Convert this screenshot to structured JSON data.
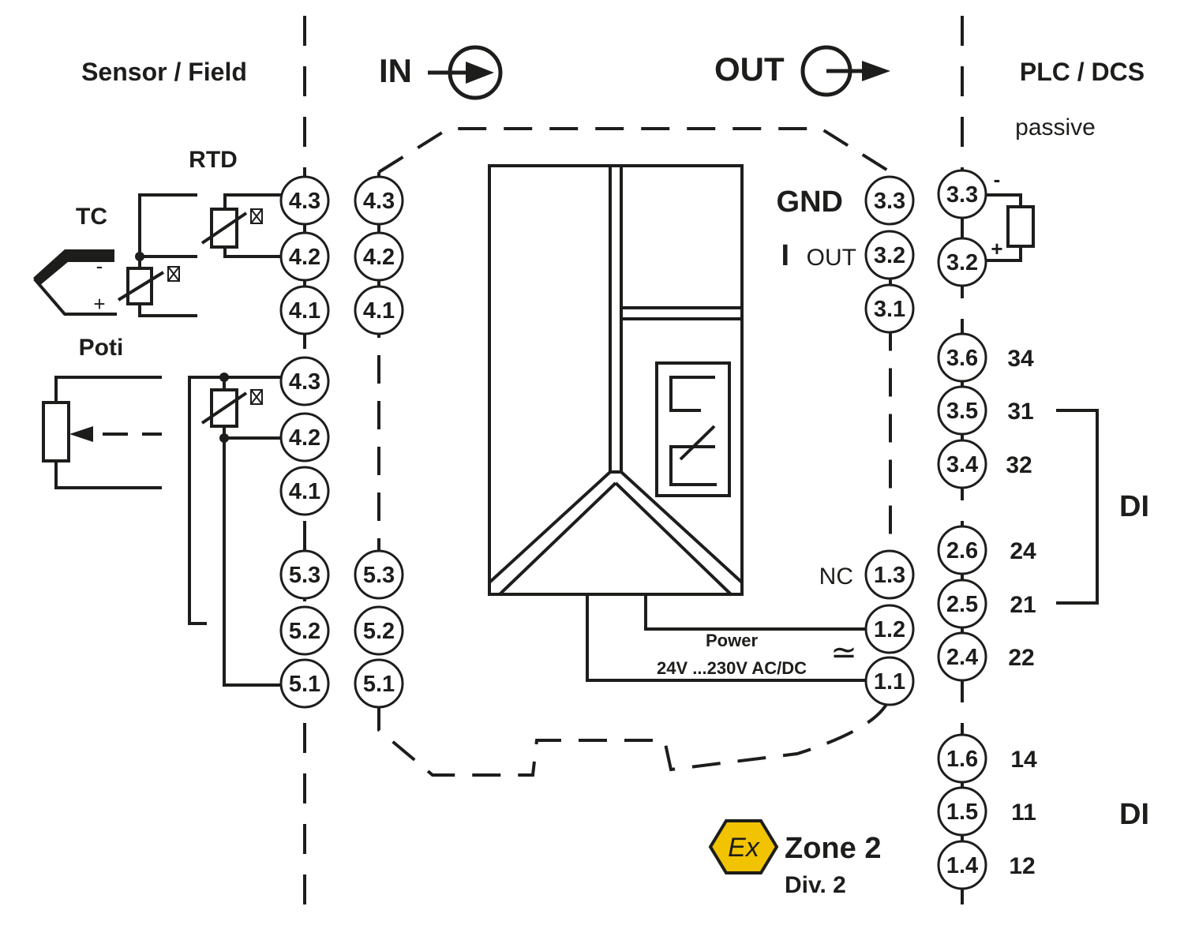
{
  "headers": {
    "sensor_field": "Sensor / Field",
    "in": "IN",
    "out": "OUT",
    "plc_dcs": "PLC / DCS",
    "passive": "passive"
  },
  "sensors": {
    "rtd": "RTD",
    "tc": "TC",
    "poti": "Poti",
    "minus": "-",
    "plus": "+"
  },
  "output_labels": {
    "gnd": "GND",
    "i": "I",
    "out": "OUT",
    "nc": "NC",
    "power": "Power",
    "voltage": "24V ...230V AC/DC",
    "ac_dc_symbol": "≃"
  },
  "plc": {
    "minus": "-",
    "plus": "+",
    "di_top": "DI",
    "di_bottom": "DI"
  },
  "zone": {
    "ex": "Ex",
    "zone": "Zone 2",
    "div": "Div. 2"
  },
  "terminals": {
    "field_rtd": [
      "4.3",
      "4.2",
      "4.1"
    ],
    "field_poti": [
      "4.3",
      "4.2",
      "4.1"
    ],
    "field_power": [
      "5.3",
      "5.2",
      "5.1"
    ],
    "device_in_top": [
      "4.3",
      "4.2",
      "4.1"
    ],
    "device_in_bottom": [
      "5.3",
      "5.2",
      "5.1"
    ],
    "device_out_top": [
      "3.3",
      "3.2",
      "3.1"
    ],
    "device_out_bottom": [
      "1.3",
      "1.2",
      "1.1"
    ],
    "plc_passive": [
      "3.3",
      "3.2"
    ],
    "plc_relay": [
      "3.6",
      "3.5",
      "3.4",
      "2.6",
      "2.5",
      "2.4",
      "1.6",
      "1.5",
      "1.4"
    ]
  },
  "relay_numbers": [
    "34",
    "31",
    "32",
    "24",
    "21",
    "22",
    "14",
    "11",
    "12"
  ],
  "colors": {
    "ink": "#1d1d1b",
    "ex_yellow": "#f2c300"
  }
}
